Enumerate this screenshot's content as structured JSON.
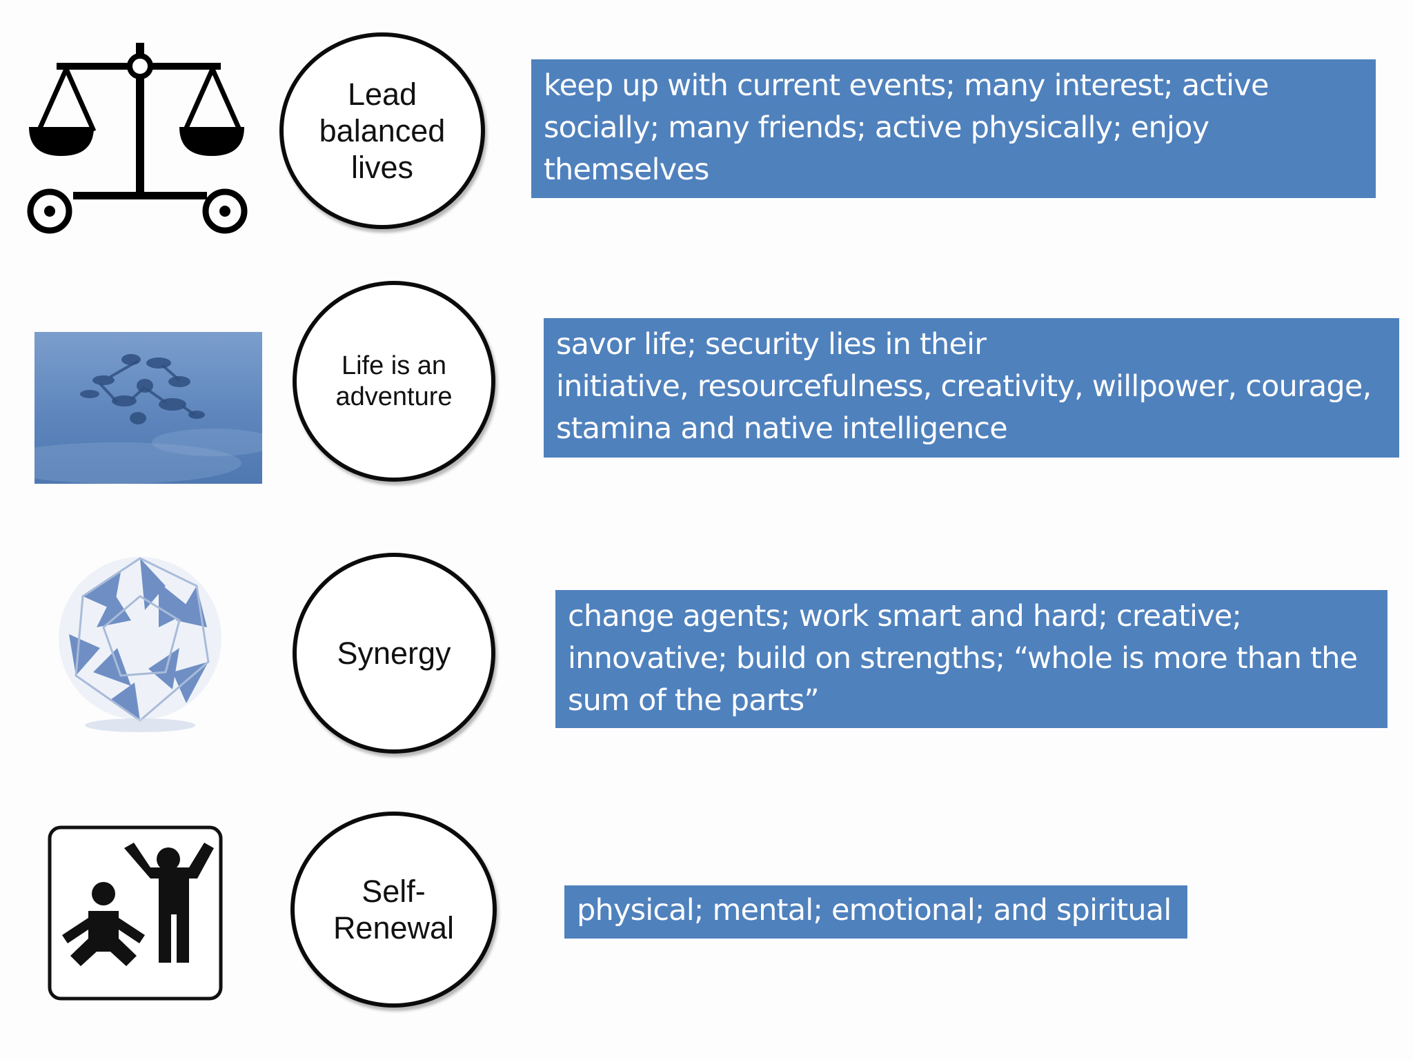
{
  "rows": [
    {
      "icon": "balance-scale-icon",
      "circle_label": "Lead\nbalanced\nlives",
      "description": "keep up with current events; many interest; active\nsocially; many friends; active physically; enjoy\nthemselves"
    },
    {
      "icon": "skydivers-formation-image",
      "circle_label": "Life is an\nadventure",
      "description": "savor life; security lies in their\ninitiative, resourcefulness, creativity, willpower, courage,\nstamina and native intelligence"
    },
    {
      "icon": "geodesic-sphere-icon",
      "circle_label": "Synergy",
      "description": "change agents; work smart and hard; creative;\ninnovative; build on strengths; “whole is more than the\nsum of the parts”"
    },
    {
      "icon": "exercise-people-icon",
      "circle_label": "Self-\nRenewal",
      "description": "physical; mental; emotional; and spiritual"
    }
  ],
  "colors": {
    "box_fill": "#4f81bd",
    "box_text": "#ffffff",
    "circle_border": "#0b0b0b",
    "icon_blue": "#6f8fc4"
  }
}
